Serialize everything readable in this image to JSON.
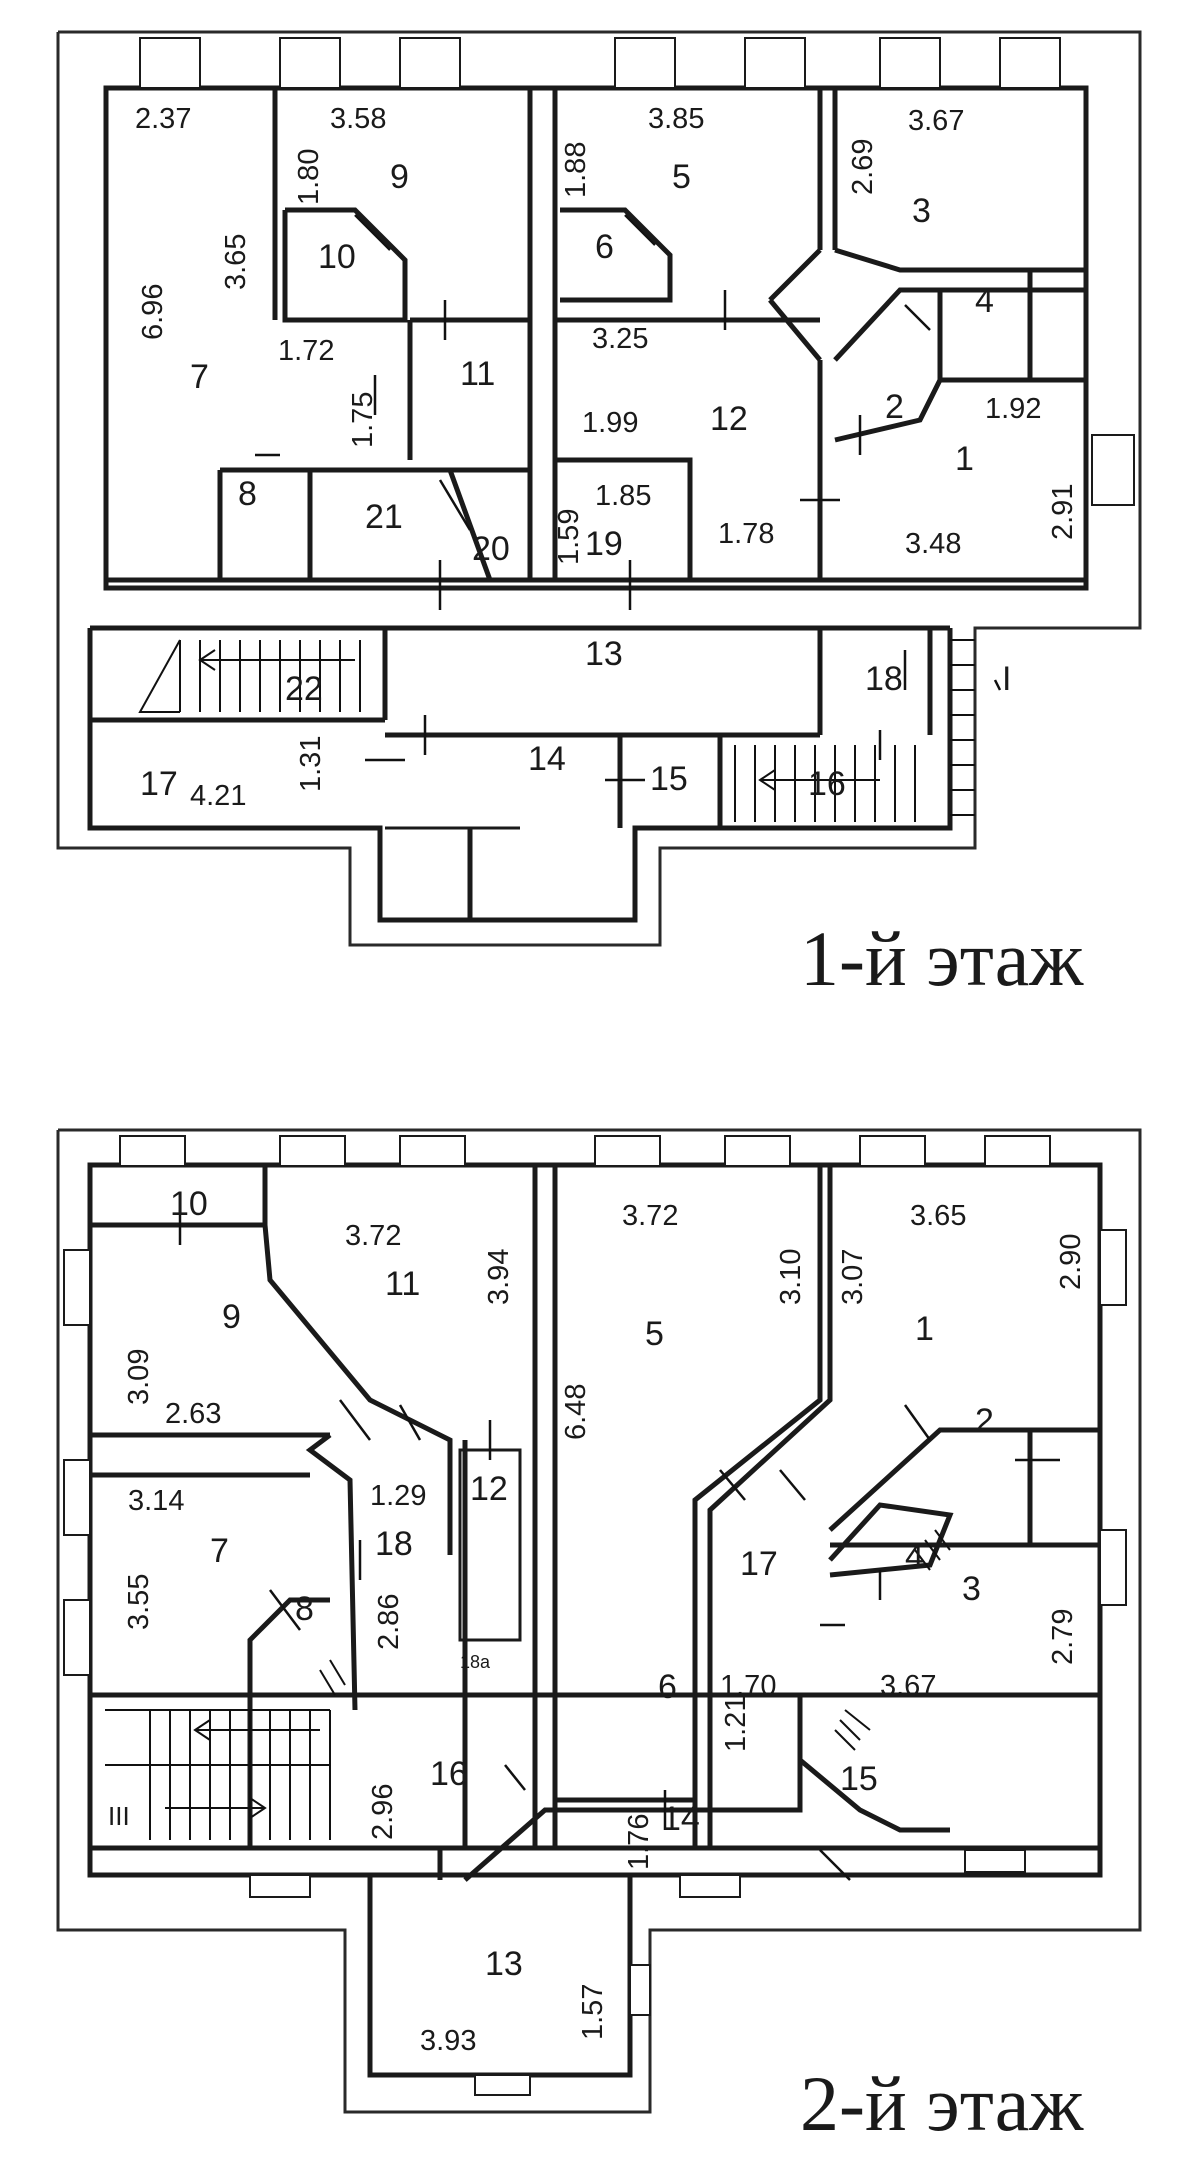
{
  "floor1": {
    "title": "1-й этаж",
    "rooms": [
      "1",
      "2",
      "3",
      "4",
      "5",
      "6",
      "7",
      "8",
      "9",
      "10",
      "11",
      "12",
      "13",
      "14",
      "15",
      "16",
      "17",
      "18",
      "19",
      "20",
      "21",
      "22"
    ],
    "dims": [
      "2.37",
      "3.58",
      "1.80",
      "3.65",
      "6.96",
      "1.72",
      "1.75",
      "1.88",
      "3.85",
      "3.25",
      "1.99",
      "1.59",
      "1.85",
      "1.78",
      "2.69",
      "3.67",
      "1.92",
      "2.91",
      "3.48",
      "1.31",
      "4.21"
    ],
    "entry": "I"
  },
  "floor2": {
    "title": "2-й этаж",
    "rooms": [
      "1",
      "2",
      "3",
      "4",
      "5",
      "6",
      "7",
      "8",
      "9",
      "10",
      "11",
      "12",
      "13",
      "14",
      "15",
      "16",
      "17",
      "18",
      "18a"
    ],
    "dims": [
      "3.72",
      "3.94",
      "3.09",
      "2.63",
      "3.14",
      "3.55",
      "1.29",
      "2.86",
      "6.48",
      "3.72",
      "3.10",
      "3.07",
      "3.65",
      "2.90",
      "1.70",
      "3.67",
      "2.79",
      "1.21",
      "2.96",
      "1.76",
      "3.93",
      "1.57"
    ],
    "stair_mark": "III"
  }
}
